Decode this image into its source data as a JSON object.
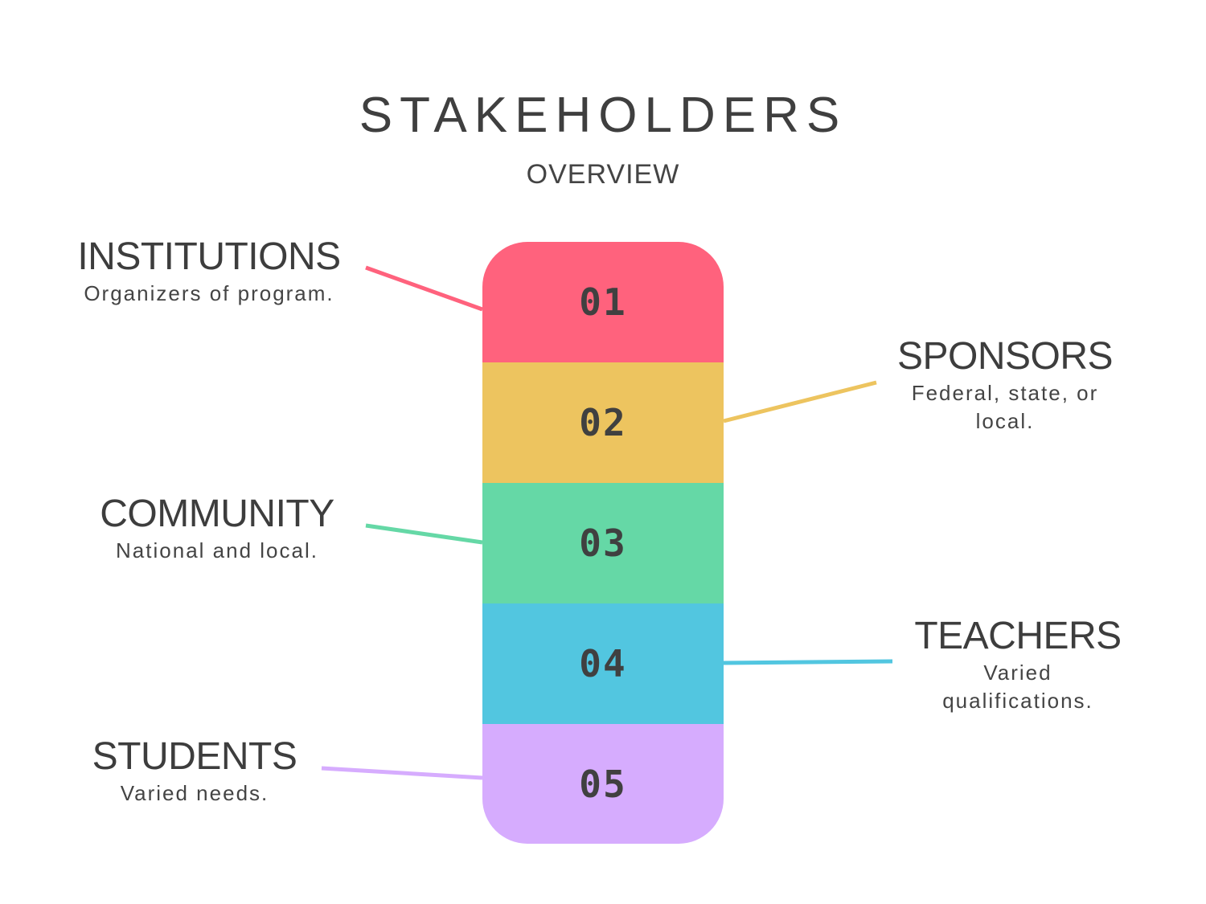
{
  "title": "STAKEHOLDERS",
  "subtitle": "OVERVIEW",
  "segments": [
    {
      "number": "01",
      "color": "#ff627d"
    },
    {
      "number": "02",
      "color": "#edc45f"
    },
    {
      "number": "03",
      "color": "#65d8a6"
    },
    {
      "number": "04",
      "color": "#52c6e0"
    },
    {
      "number": "05",
      "color": "#d6acfe"
    }
  ],
  "stakeholders": [
    {
      "name": "INSTITUTIONS",
      "description": "Organizers of program.",
      "color": "#ff627d"
    },
    {
      "name": "SPONSORS",
      "description": "Federal, state, or local.",
      "color": "#edc45f"
    },
    {
      "name": "COMMUNITY",
      "description": "National and local.",
      "color": "#65d8a6"
    },
    {
      "name": "TEACHERS",
      "description": "Varied qualifications.",
      "color": "#52c6e0"
    },
    {
      "name": "STUDENTS",
      "description": "Varied needs.",
      "color": "#d6acfe"
    }
  ]
}
